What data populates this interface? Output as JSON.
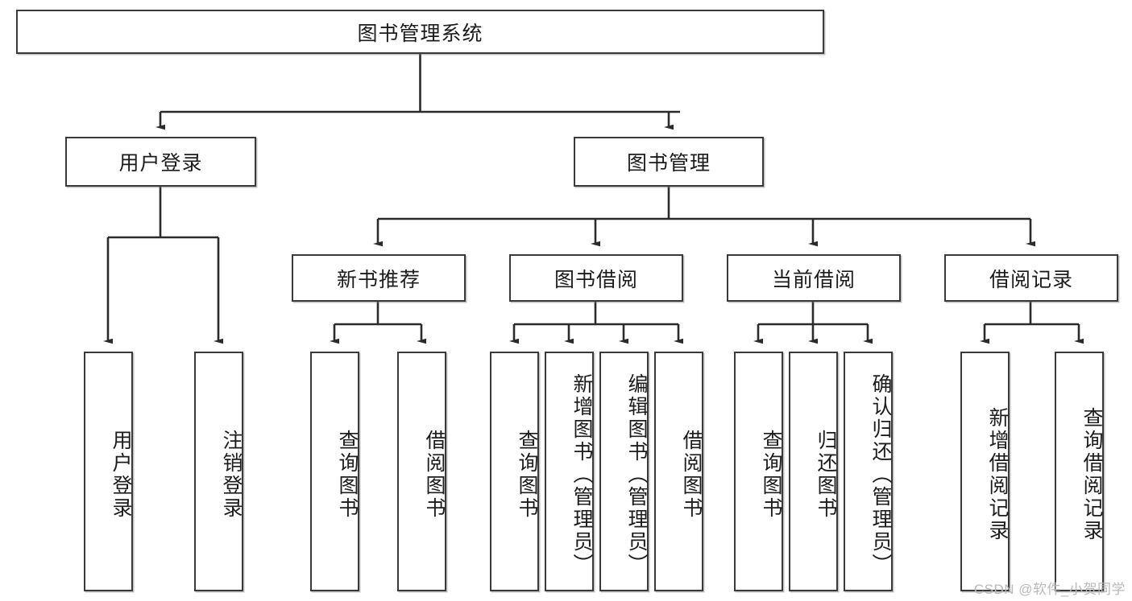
{
  "diagram": {
    "title": "图书管理系统",
    "watermark": "CSDN @软件_小贺同学",
    "colors": {
      "box_border": "#3a3a3a",
      "box_fill": "#ffffff",
      "connector": "#2b2b2b",
      "text": "#1c1c1c",
      "watermark": "#b9b9b9"
    },
    "root": {
      "label": "图书管理系统"
    },
    "level2": [
      {
        "id": "user-login",
        "label": "用户登录"
      },
      {
        "id": "book-manage",
        "label": "图书管理"
      }
    ],
    "level3": [
      {
        "id": "new-book-recommend",
        "label": "新书推荐"
      },
      {
        "id": "book-borrow",
        "label": "图书借阅"
      },
      {
        "id": "current-borrow",
        "label": "当前借阅"
      },
      {
        "id": "borrow-record",
        "label": "借阅记录"
      }
    ],
    "leaves": {
      "user-login": [
        {
          "id": "leaf-user-login",
          "label": "用户登录"
        },
        {
          "id": "leaf-user-logout",
          "label": "注销登录"
        }
      ],
      "new-book-recommend": [
        {
          "id": "leaf-query-book-1",
          "label": "查询图书"
        },
        {
          "id": "leaf-borrow-book-1",
          "label": "借阅图书"
        }
      ],
      "book-borrow": [
        {
          "id": "leaf-query-book-2",
          "label": "查询图书"
        },
        {
          "id": "leaf-add-book",
          "label": "新增图书（管理员）"
        },
        {
          "id": "leaf-edit-book",
          "label": "编辑图书（管理员）"
        },
        {
          "id": "leaf-borrow-book-2",
          "label": "借阅图书"
        }
      ],
      "current-borrow": [
        {
          "id": "leaf-query-book-3",
          "label": "查询图书"
        },
        {
          "id": "leaf-return-book",
          "label": "归还图书"
        },
        {
          "id": "leaf-confirm-return",
          "label": "确认归还（管理员）"
        }
      ],
      "borrow-record": [
        {
          "id": "leaf-add-record",
          "label": "新增借阅记录"
        },
        {
          "id": "leaf-query-record",
          "label": "查询借阅记录"
        }
      ]
    }
  }
}
